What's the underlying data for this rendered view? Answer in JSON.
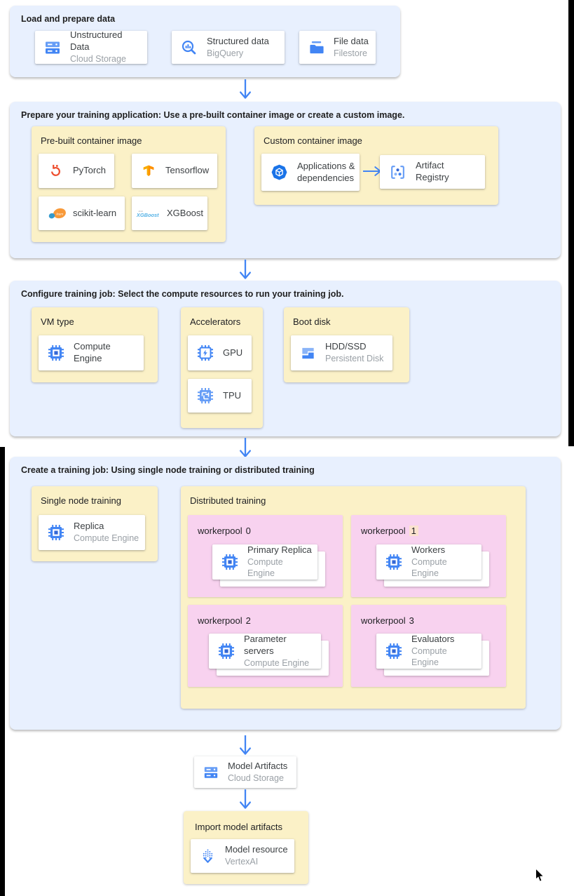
{
  "colors": {
    "section_bg": "#e8f0fe",
    "group_bg": "#fbf1c7",
    "pool_bg": "#f8d2ef",
    "number_highlight_bg": "#fbe2cf",
    "arrow_blue": "#4285f4",
    "card_bg": "#ffffff",
    "title_text": "#1f1f1f",
    "card_subtitle_text": "#9aa0a6",
    "icon_blue": "#4285f4",
    "pytorch_red": "#ee4c2c",
    "tensorflow_orange": "#f9ab00"
  },
  "load": {
    "title": "Load and prepare data",
    "cards": [
      {
        "title": "Unstructured Data",
        "subtitle": "Cloud Storage",
        "icon": "cloud-storage-icon"
      },
      {
        "title": "Structured data",
        "subtitle": "BigQuery",
        "icon": "bigquery-icon"
      },
      {
        "title": "File data",
        "subtitle": "Filestore",
        "icon": "filestore-icon"
      }
    ]
  },
  "prepare": {
    "title": "Prepare your training application: Use a pre-built container image or create a custom image.",
    "prebuilt": {
      "label": "Pre-built container image",
      "cards": [
        {
          "title": "PyTorch",
          "icon": "pytorch-icon"
        },
        {
          "title": "Tensorflow",
          "icon": "tensorflow-icon"
        },
        {
          "title": "scikit-learn",
          "icon": "scikit-learn-icon"
        },
        {
          "title": "XGBoost",
          "icon": "xgboost-icon"
        }
      ]
    },
    "custom": {
      "label": "Custom container image",
      "app_card": {
        "title": "Applications & dependencies",
        "icon": "applications-dependencies-icon"
      },
      "registry_card": {
        "title": "Artifact Registry",
        "icon": "artifact-registry-icon"
      }
    }
  },
  "configure": {
    "title": "Configure training job: Select the compute resources to run your training job.",
    "vm": {
      "label": "VM type",
      "card": {
        "title": "Compute Engine",
        "icon": "compute-engine-icon"
      }
    },
    "accelerators": {
      "label": "Accelerators",
      "cards": [
        {
          "title": "GPU",
          "icon": "gpu-icon"
        },
        {
          "title": "TPU",
          "icon": "tpu-icon"
        }
      ]
    },
    "boot": {
      "label": "Boot disk",
      "card": {
        "title": "HDD/SSD",
        "subtitle": "Persistent Disk",
        "icon": "persistent-disk-icon"
      }
    }
  },
  "create": {
    "title": "Create a training job: Using single node training or distributed training",
    "single": {
      "label": "Single node training",
      "card": {
        "title": "Replica",
        "subtitle": "Compute Engine",
        "icon": "compute-engine-icon"
      }
    },
    "distributed": {
      "label": "Distributed training",
      "pools": [
        {
          "name": "workerpool",
          "number": "0",
          "card": {
            "title": "Primary Replica",
            "subtitle": "Compute Engine",
            "icon": "compute-engine-icon"
          }
        },
        {
          "name": "workerpool",
          "number": "1",
          "card": {
            "title": "Workers",
            "subtitle": "Compute Engine",
            "icon": "compute-engine-icon"
          }
        },
        {
          "name": "workerpool",
          "number": "2",
          "card": {
            "title": "Parameter servers",
            "subtitle": "Compute Engine",
            "icon": "compute-engine-icon"
          }
        },
        {
          "name": "workerpool",
          "number": "3",
          "card": {
            "title": "Evaluators",
            "subtitle": "Compute Engine",
            "icon": "compute-engine-icon"
          }
        }
      ]
    }
  },
  "model_artifacts": {
    "title": "Model Artifacts",
    "subtitle": "Cloud Storage",
    "icon": "cloud-storage-icon"
  },
  "import": {
    "label": "Import model artifacts",
    "card": {
      "title": "Model resource",
      "subtitle": "VertexAI",
      "icon": "vertex-ai-model-icon"
    }
  }
}
